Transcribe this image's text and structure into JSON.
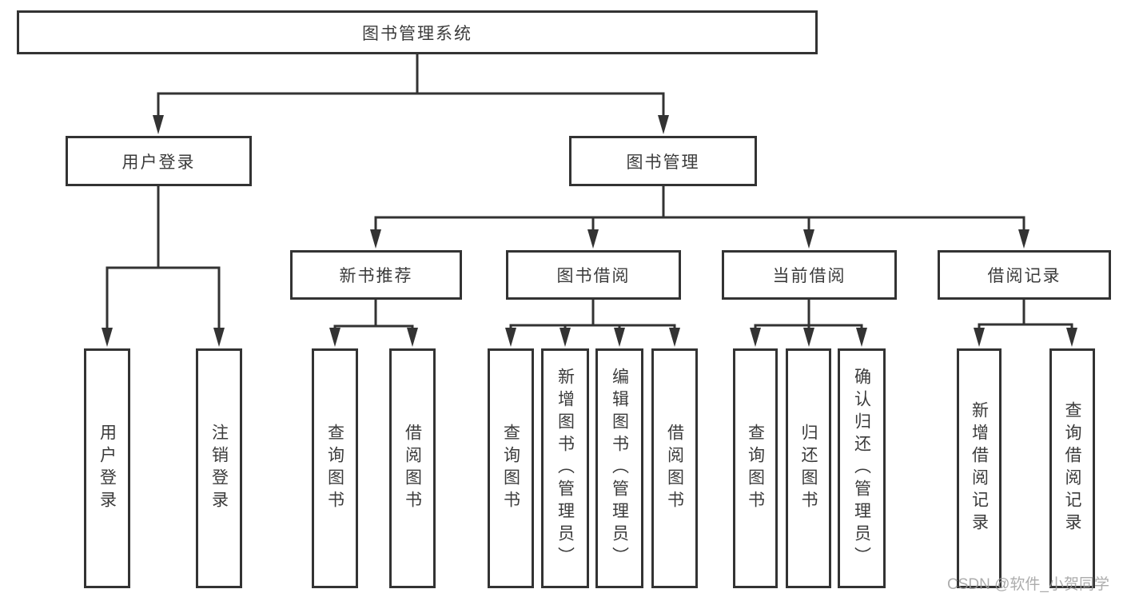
{
  "diagram": {
    "title": "图书管理系统",
    "type": "hierarchy-tree",
    "tree": {
      "label": "图书管理系统",
      "children": [
        {
          "label": "用户登录",
          "children": [
            {
              "label": "用户登录"
            },
            {
              "label": "注销登录"
            }
          ]
        },
        {
          "label": "图书管理",
          "children": [
            {
              "label": "新书推荐",
              "children": [
                {
                  "label": "查询图书"
                },
                {
                  "label": "借阅图书"
                }
              ]
            },
            {
              "label": "图书借阅",
              "children": [
                {
                  "label": "查询图书"
                },
                {
                  "label": "新增图书（管理员）"
                },
                {
                  "label": "编辑图书（管理员）"
                },
                {
                  "label": "借阅图书"
                }
              ]
            },
            {
              "label": "当前借阅",
              "children": [
                {
                  "label": "查询图书"
                },
                {
                  "label": "归还图书"
                },
                {
                  "label": "确认归还（管理员）"
                }
              ]
            },
            {
              "label": "借阅记录",
              "children": [
                {
                  "label": "新增借阅记录"
                },
                {
                  "label": "查询借阅记录"
                }
              ]
            }
          ]
        }
      ]
    },
    "watermark": "CSDN @软件_小贺同学",
    "colors": {
      "line": "#333333",
      "text": "#3b3b3b",
      "watermark": "#9e9e9e",
      "background": "#ffffff"
    }
  }
}
